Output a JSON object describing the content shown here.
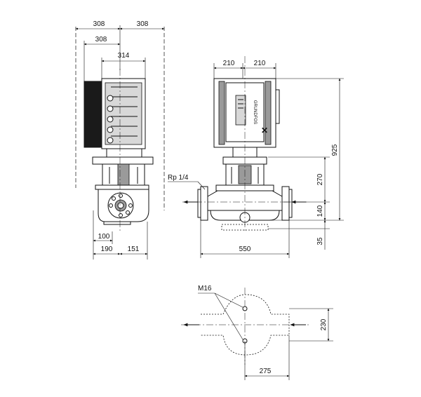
{
  "side_view": {
    "width_left": "308",
    "width_right": "308",
    "width_left_inner": "308",
    "motor_width": "314",
    "flange_offset": "100",
    "base_left": "190",
    "base_right": "151"
  },
  "front_view": {
    "half_width_left": "210",
    "half_width_right": "210",
    "gauge_thread": "Rp 1/4",
    "total_height": "925",
    "center_to_top": "270",
    "center_to_base": "140",
    "base_height": "35",
    "port_to_port": "550",
    "brand_label": "GRUNDFOS"
  },
  "base_view": {
    "bolt_label": "M16",
    "bolt_spacing_depth": "230",
    "bolt_spacing_width": "275"
  }
}
